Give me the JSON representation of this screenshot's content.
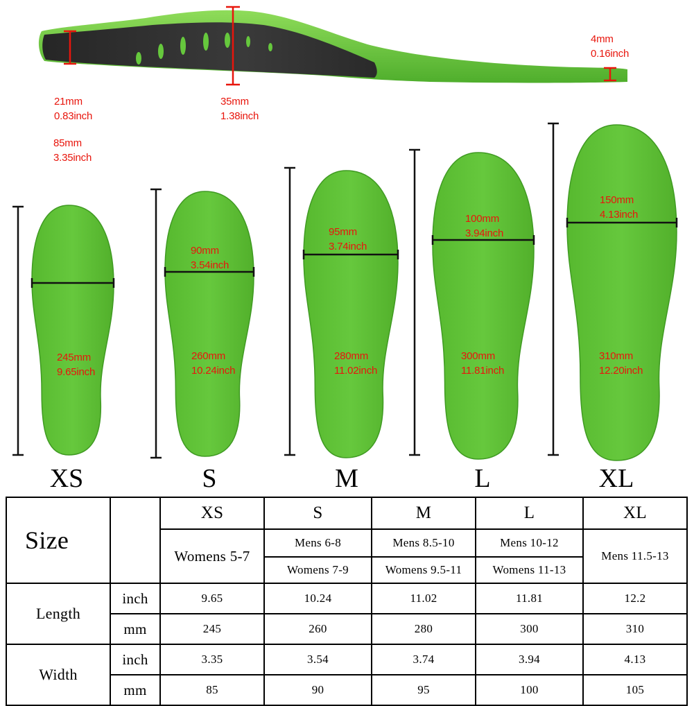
{
  "side_profile": {
    "measures": [
      {
        "mm": "21mm",
        "inch": "0.83inch"
      },
      {
        "mm": "35mm",
        "inch": "1.38inch"
      },
      {
        "mm": "4mm",
        "inch": "0.16inch"
      }
    ]
  },
  "insoles": [
    {
      "size": "XS",
      "width_mm": "85mm",
      "width_inch": "3.35inch",
      "length_mm": "245mm",
      "length_inch": "9.65inch"
    },
    {
      "size": "S",
      "width_mm": "90mm",
      "width_inch": "3.54inch",
      "length_mm": "260mm",
      "length_inch": "10.24inch"
    },
    {
      "size": "M",
      "width_mm": "95mm",
      "width_inch": "3.74inch",
      "length_mm": "280mm",
      "length_inch": "11.02inch"
    },
    {
      "size": "L",
      "width_mm": "100mm",
      "width_inch": "3.94inch",
      "length_mm": "300mm",
      "length_inch": "11.81inch"
    },
    {
      "size": "XL",
      "width_mm": "150mm",
      "width_inch": "4.13inch",
      "length_mm": "310mm",
      "length_inch": "12.20inch"
    }
  ],
  "colors": {
    "insole_green": "#5fc23a",
    "label_red": "#e8150c",
    "base_dark": "#2e2e2e"
  },
  "table": {
    "size_label": "Size",
    "sizes": [
      "XS",
      "S",
      "M",
      "L",
      "XL"
    ],
    "xs_fit": "Womens 5-7",
    "mens": [
      "Mens 6-8",
      "Mens 8.5-10",
      "Mens 10-12"
    ],
    "womens": [
      "Womens 7-9",
      "Womens 9.5-11",
      "Womens 11-13"
    ],
    "xl_fit": "Mens 11.5-13",
    "length_label": "Length",
    "width_label": "Width",
    "unit_inch": "inch",
    "unit_mm": "mm",
    "length_inch": [
      "9.65",
      "10.24",
      "11.02",
      "11.81",
      "12.2"
    ],
    "length_mm": [
      "245",
      "260",
      "280",
      "300",
      "310"
    ],
    "width_inch": [
      "3.35",
      "3.54",
      "3.74",
      "3.94",
      "4.13"
    ],
    "width_mm": [
      "85",
      "90",
      "95",
      "100",
      "105"
    ]
  }
}
